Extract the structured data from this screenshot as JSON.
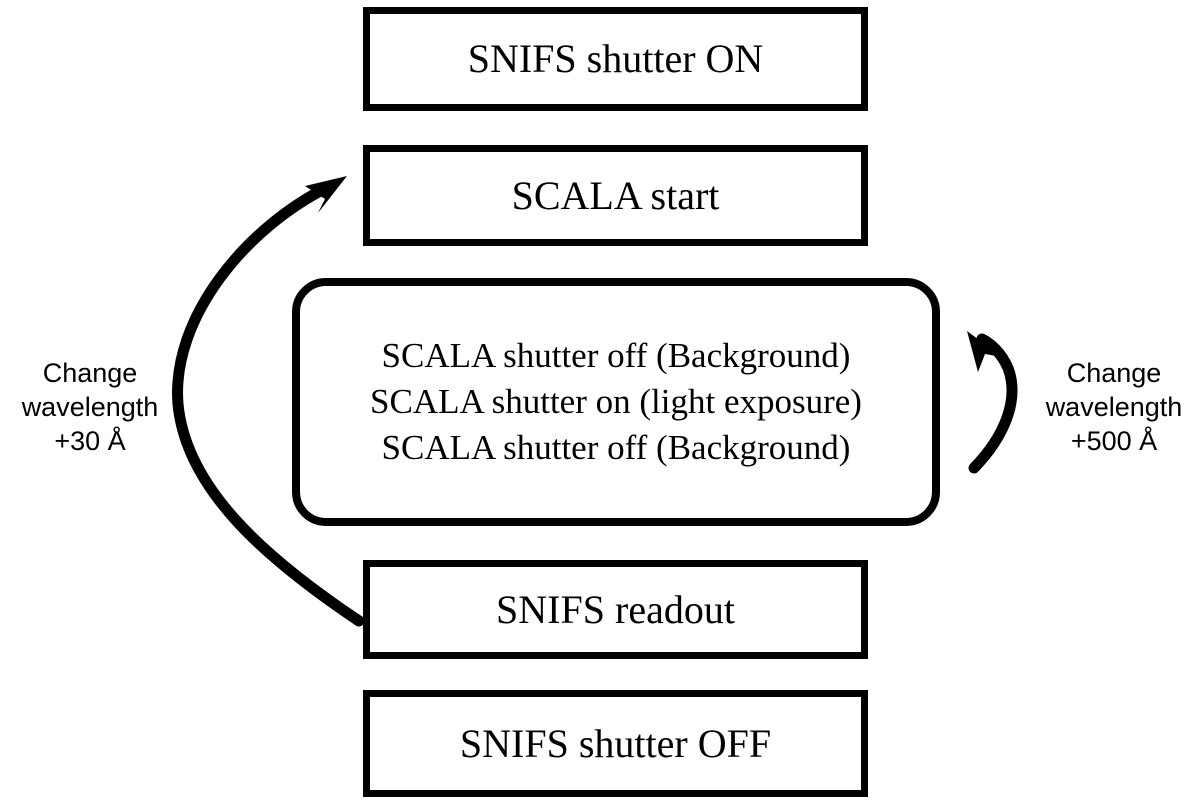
{
  "diagram": {
    "title": "SCALA / SNIFS calibration sequence flowchart",
    "stroke_color": "#000000",
    "background_color": "#ffffff",
    "nodes": [
      {
        "id": "snifs-shutter-on",
        "label": "SNIFS shutter ON",
        "shape": "rectangle"
      },
      {
        "id": "scala-start",
        "label": "SCALA start",
        "shape": "rectangle"
      },
      {
        "id": "scala-loop",
        "shape": "rounded-rectangle",
        "lines": [
          "SCALA shutter off (Background)",
          "SCALA shutter on (light exposure)",
          "SCALA shutter off (Background)"
        ]
      },
      {
        "id": "snifs-readout",
        "label": "SNIFS readout",
        "shape": "rectangle"
      },
      {
        "id": "snifs-shutter-off",
        "label": "SNIFS shutter OFF",
        "shape": "rectangle"
      }
    ],
    "loop_lines": {
      "line1": "SCALA shutter off (Background)",
      "line2": "SCALA shutter on (light exposure)",
      "line3": "SCALA shutter off (Background)"
    },
    "annotations": {
      "left": {
        "id": "change-wavelength-30",
        "line1": "Change",
        "line2": "wavelength",
        "line3": "+30 Å"
      },
      "right": {
        "id": "change-wavelength-500",
        "line1": "Change",
        "line2": "wavelength",
        "line3": "+500 Å"
      }
    },
    "arrows": [
      {
        "id": "outer-loop-arrow",
        "from": "snifs-readout",
        "to": "scala-start",
        "direction": "counter-clockwise",
        "side": "left"
      },
      {
        "id": "inner-loop-arrow",
        "from": "scala-loop",
        "to": "scala-loop",
        "direction": "counter-clockwise",
        "side": "right"
      }
    ]
  }
}
